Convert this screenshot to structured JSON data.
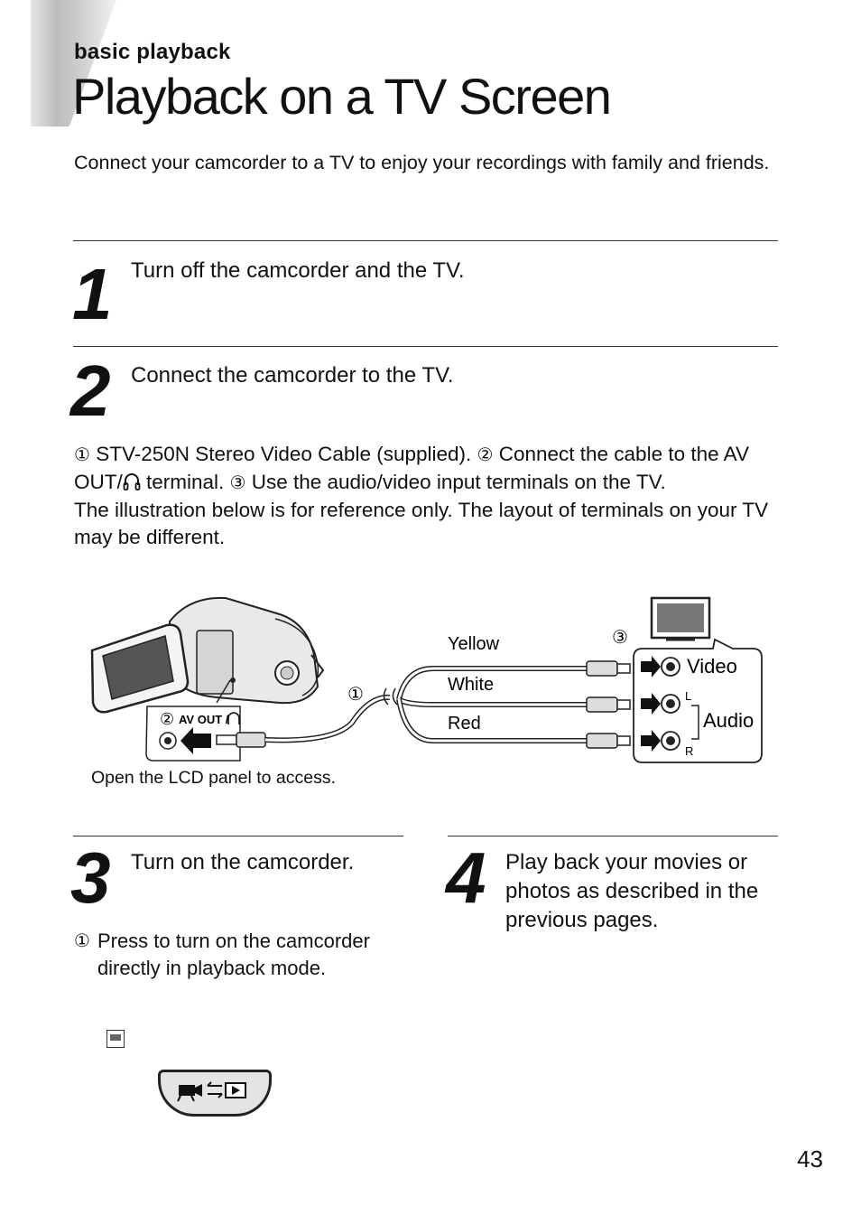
{
  "header": {
    "section": "basic playback",
    "title": "Playback on a TV Screen"
  },
  "intro": "Connect your camcorder to a TV to enjoy your recordings with family and friends.",
  "steps": [
    {
      "number": "1",
      "text": "Turn off the camcorder and the TV."
    },
    {
      "number": "2",
      "text": "Connect the camcorder to the TV."
    },
    {
      "number": "3",
      "text": "Turn on the camcorder."
    },
    {
      "number": "4",
      "text": "Play back your movies or photos as described in the previous pages."
    }
  ],
  "step2_notes": {
    "m1": "①",
    "t1": " STV-250N Stereo Video Cable (supplied). ",
    "m2": "②",
    "t2": " Connect the cable to the AV OUT/",
    "t3": " terminal. ",
    "m3": "③",
    "t4": " Use the audio/video input terminals on the TV.",
    "reference": "The illustration below is for reference only. The layout of terminals on your TV may be different."
  },
  "diagram": {
    "yellow": "Yellow",
    "white": "White",
    "red": "Red",
    "marker1": "①",
    "marker2": "②",
    "marker3": "③",
    "av_out": "AV OUT /",
    "video": "Video",
    "audio": "Audio",
    "left": "L",
    "right": "R",
    "caption": "Open the LCD panel to access."
  },
  "step3_note": {
    "marker": "①",
    "text": "Press to turn on the camcorder directly in playback mode."
  },
  "page_number": "43",
  "colors": {
    "text": "#111111",
    "rule": "#333333",
    "tab_gray": "#bdbdbd"
  }
}
